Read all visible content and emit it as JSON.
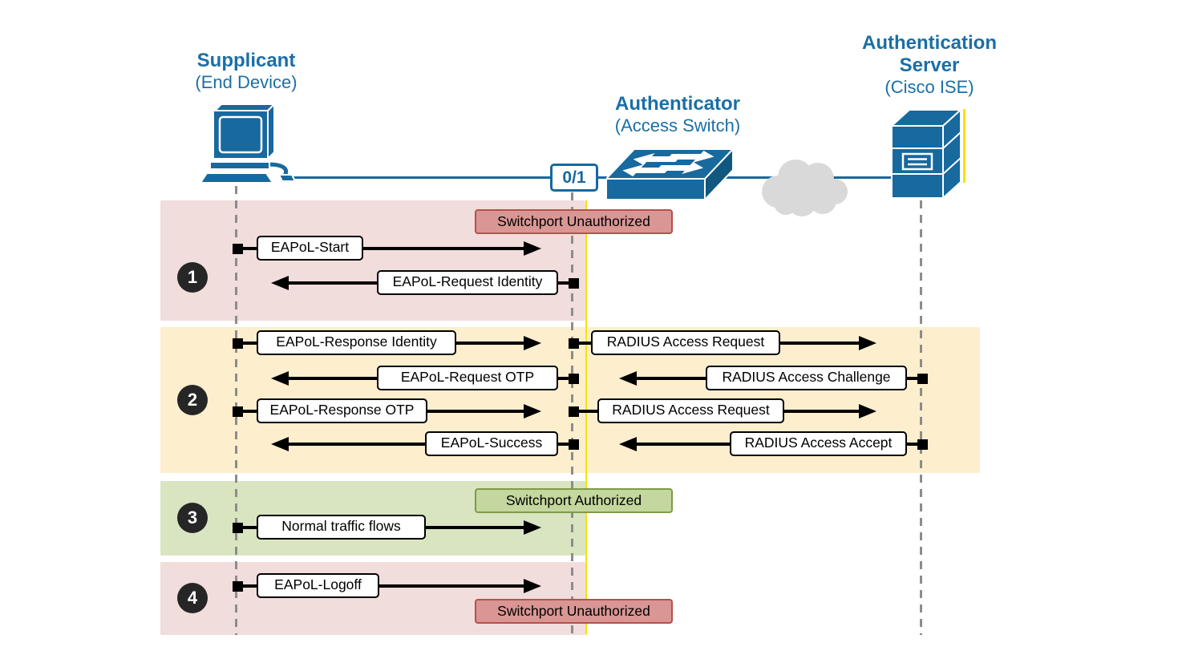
{
  "actors": {
    "supplicant": {
      "title": "Supplicant",
      "subtitle": "(End Device)"
    },
    "authenticator": {
      "title": "Authenticator",
      "subtitle": "(Access Switch)"
    },
    "server": {
      "title_line1": "Authentication",
      "title_line2": "Server",
      "subtitle": "(Cisco ISE)"
    }
  },
  "port": {
    "label": "0/1"
  },
  "icons": {
    "supplicant": "desktop-computer-icon",
    "authenticator": "network-switch-icon",
    "server": "server-tower-icon",
    "wan": "cloud-icon"
  },
  "phases": [
    {
      "number": "1",
      "status_top": "Switchport Unauthorized",
      "messages": [
        {
          "label": "EAPoL-Start",
          "direction": "right"
        },
        {
          "label": "EAPoL-Request Identity",
          "direction": "left"
        }
      ]
    },
    {
      "number": "2",
      "messages": [
        {
          "label": "EAPoL-Response Identity",
          "direction": "right"
        },
        {
          "label": "RADIUS Access Request",
          "direction": "right"
        },
        {
          "label": "EAPoL-Request OTP",
          "direction": "left"
        },
        {
          "label": "RADIUS Access Challenge",
          "direction": "left"
        },
        {
          "label": "EAPoL-Response OTP",
          "direction": "right"
        },
        {
          "label": "RADIUS Access Request",
          "direction": "right"
        },
        {
          "label": "EAPoL-Success",
          "direction": "left"
        },
        {
          "label": "RADIUS Access Accept",
          "direction": "left"
        }
      ]
    },
    {
      "number": "3",
      "status_top": "Switchport Authorized",
      "messages": [
        {
          "label": "Normal traffic flows",
          "direction": "right"
        }
      ]
    },
    {
      "number": "4",
      "status_bottom": "Switchport Unauthorized",
      "messages": [
        {
          "label": "EAPoL-Logoff",
          "direction": "right"
        }
      ]
    }
  ],
  "colors": {
    "accent_blue": "#17699E",
    "accent_blue_dark": "#10587F",
    "title_text_blue": "#1B6FA5",
    "band_pink": "#F1DDDC",
    "band_yellow": "#FDEECE",
    "band_green": "#D9E5C1",
    "status_red_fill": "#D99694",
    "status_red_border": "#B8504C",
    "status_green_fill": "#C3D79E",
    "status_green_border": "#7F9A48",
    "lifeline_gray": "#8C8C8C",
    "cloud_gray": "#D9D9D9",
    "highlight_yellow": "#F2E40C"
  }
}
